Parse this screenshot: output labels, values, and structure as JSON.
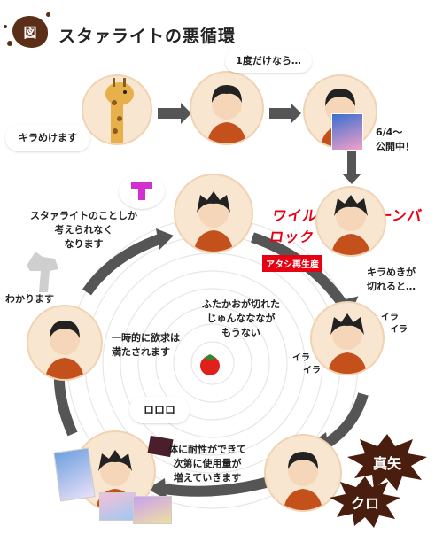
{
  "header": {
    "badge": "図",
    "title": "スタァライトの悪循環"
  },
  "top_row": {
    "giraffe_bubble": "キラめけます",
    "once_bubble": "1度だけなら…",
    "release_note": "6/4〜\n公開中！"
  },
  "cycle": {
    "wild_title": "ワイルドスクリーンバロック",
    "red_tag": "アタシ再生産",
    "kiramekigakireru": "キラめきが\n切れると…",
    "futaka_lines": "ふたかおが切れた\nじゅんなななが\nもうない",
    "ira_1": "イラ",
    "ira_2": "イラ",
    "ira_3": "イラ",
    "ira_4": "イラ",
    "starlight_only": "スタァライトのことしか\n考えられなく\nなります",
    "wakarimasu": "わかります",
    "yokkyu": "一時的に欲求は\n満たされます",
    "roro_bubble": "ロロロ",
    "taisei": "体に耐性ができて\n次第に使用量が\n増えていきます",
    "shinya": "真矢",
    "kuro": "クロ"
  },
  "colors": {
    "accent": "#5a2e17",
    "red": "#e60012",
    "panel": "#f8e6d0",
    "arrow": "#555555"
  }
}
